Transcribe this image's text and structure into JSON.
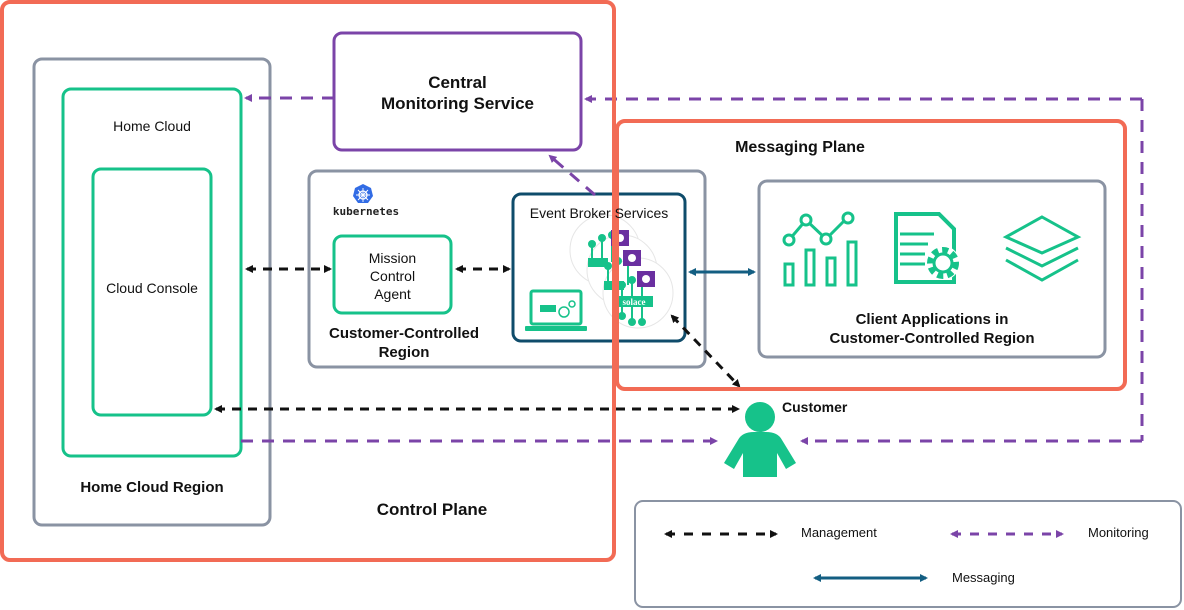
{
  "colors": {
    "plane_border": "#f26b55",
    "region_border": "#8a93a3",
    "green": "#16c28a",
    "purple": "#7b44a8",
    "broker_border": "#0f4c6b",
    "messaging": "#135e82",
    "management": "#111111"
  },
  "control_plane": {
    "label": "Control Plane"
  },
  "messaging_plane": {
    "label": "Messaging Plane"
  },
  "home_cloud_region": {
    "label": "Home Cloud Region",
    "home_cloud": {
      "label": "Home Cloud"
    },
    "cloud_console": {
      "label": "Cloud Console"
    }
  },
  "central_monitoring": {
    "label_line1": "Central",
    "label_line2": "Monitoring Service"
  },
  "customer_region": {
    "kubernetes_label": "kubernetes",
    "label_line1": "Customer-Controlled",
    "label_line2": "Region",
    "mission_control": {
      "line1": "Mission",
      "line2": "Control",
      "line3": "Agent"
    },
    "event_broker": {
      "label": "Event Broker Services",
      "logo_text": "solace"
    }
  },
  "client_apps": {
    "label_line1": "Client Applications in",
    "label_line2": "Customer-Controlled Region",
    "icons": [
      "analytics-chart-icon",
      "document-gear-icon",
      "layers-icon"
    ]
  },
  "customer": {
    "label": "Customer"
  },
  "legend": {
    "items": [
      {
        "name": "management",
        "label": "Management"
      },
      {
        "name": "monitoring",
        "label": "Monitoring"
      },
      {
        "name": "messaging",
        "label": "Messaging"
      }
    ]
  }
}
